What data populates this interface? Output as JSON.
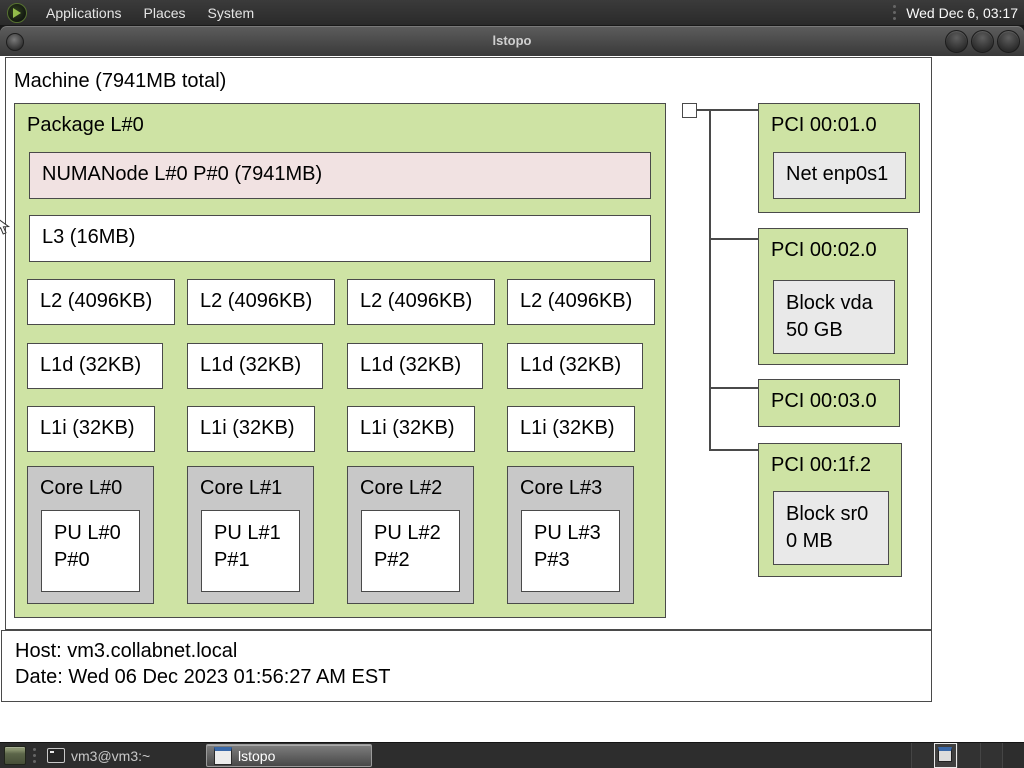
{
  "desktop": {
    "menu_bar": {
      "menus": [
        {
          "label": "Applications"
        },
        {
          "label": "Places"
        },
        {
          "label": "System"
        }
      ],
      "clock": "Wed Dec 6, 03:17"
    },
    "window": {
      "title": "lstopo"
    },
    "taskbar": {
      "tasks": [
        {
          "label": "vm3@vm3:~",
          "active": false
        },
        {
          "label": "lstopo",
          "active": true
        }
      ],
      "workspace_count": 4,
      "active_workspace": 2
    }
  },
  "topology": {
    "machine_label": "Machine (7941MB total)",
    "package_label": "Package L#0",
    "numa_label": "NUMANode L#0 P#0 (7941MB)",
    "l3_label": "L3 (16MB)",
    "l2_labels": [
      "L2 (4096KB)",
      "L2 (4096KB)",
      "L2 (4096KB)",
      "L2 (4096KB)"
    ],
    "l1d_labels": [
      "L1d (32KB)",
      "L1d (32KB)",
      "L1d (32KB)",
      "L1d (32KB)"
    ],
    "l1i_labels": [
      "L1i (32KB)",
      "L1i (32KB)",
      "L1i (32KB)",
      "L1i (32KB)"
    ],
    "cores": [
      {
        "label": "Core L#0",
        "pu": [
          "PU L#0",
          "P#0"
        ]
      },
      {
        "label": "Core L#1",
        "pu": [
          "PU L#1",
          "P#1"
        ]
      },
      {
        "label": "Core L#2",
        "pu": [
          "PU L#2",
          "P#2"
        ]
      },
      {
        "label": "Core L#3",
        "pu": [
          "PU L#3",
          "P#3"
        ]
      }
    ],
    "pci": [
      {
        "label": "PCI 00:01.0",
        "device": [
          "Net enp0s1"
        ]
      },
      {
        "label": "PCI 00:02.0",
        "device": [
          "Block vda",
          "50 GB"
        ]
      },
      {
        "label": "PCI 00:03.0",
        "device": []
      },
      {
        "label": "PCI 00:1f.2",
        "device": [
          "Block sr0",
          "0 MB"
        ]
      }
    ],
    "legend": {
      "host": "Host: vm3.collabnet.local",
      "date": "Date: Wed 06 Dec 2023 01:56:27 AM EST"
    }
  },
  "colors": {
    "box_green": "#cee3a4",
    "box_pink": "#f1e2e2",
    "box_core_gray": "#c8c8c8",
    "box_device_gray": "#e9e9e9",
    "box_border": "#4a4a4a",
    "panel_bg": "#2e2e2e",
    "workspace_window_blue": "#3968a8"
  }
}
